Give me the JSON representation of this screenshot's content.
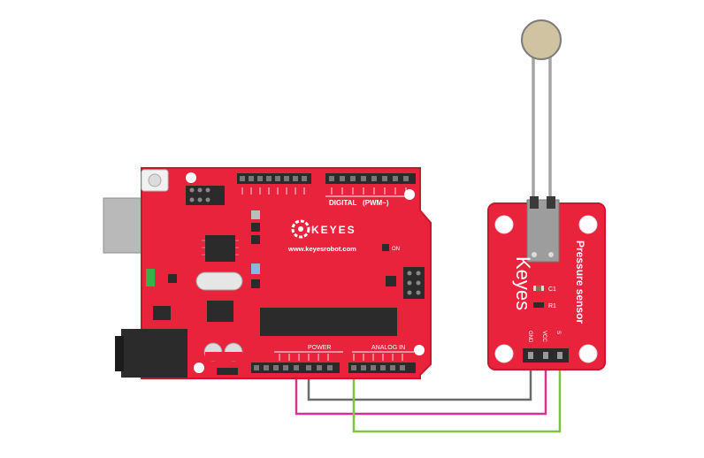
{
  "board": {
    "brand_text": "KEYES",
    "website": "www.keyesrobot.com",
    "digital_label": "DIGITAL",
    "pwm_label": "(PWM~)",
    "power_label": "POWER",
    "analog_label": "ANALOG IN",
    "on_label": "ON"
  },
  "module": {
    "brand": "Keyes",
    "title": "Pressure sensor",
    "c1_label": "C1",
    "r1_label": "R1",
    "pin_labels": [
      "GND",
      "VCC",
      "S"
    ]
  },
  "wires": [
    {
      "name": "gnd-wire",
      "color": "#6b6b6b"
    },
    {
      "name": "vcc-wire",
      "color": "#d6338f"
    },
    {
      "name": "signal-wire",
      "color": "#7dc242"
    }
  ],
  "colors": {
    "board": "#e9233b",
    "board_dark": "#c8182c",
    "header": "#2b2b2b",
    "usb": "#b9b9b9",
    "sensor_disc": "#cfc3a2"
  }
}
